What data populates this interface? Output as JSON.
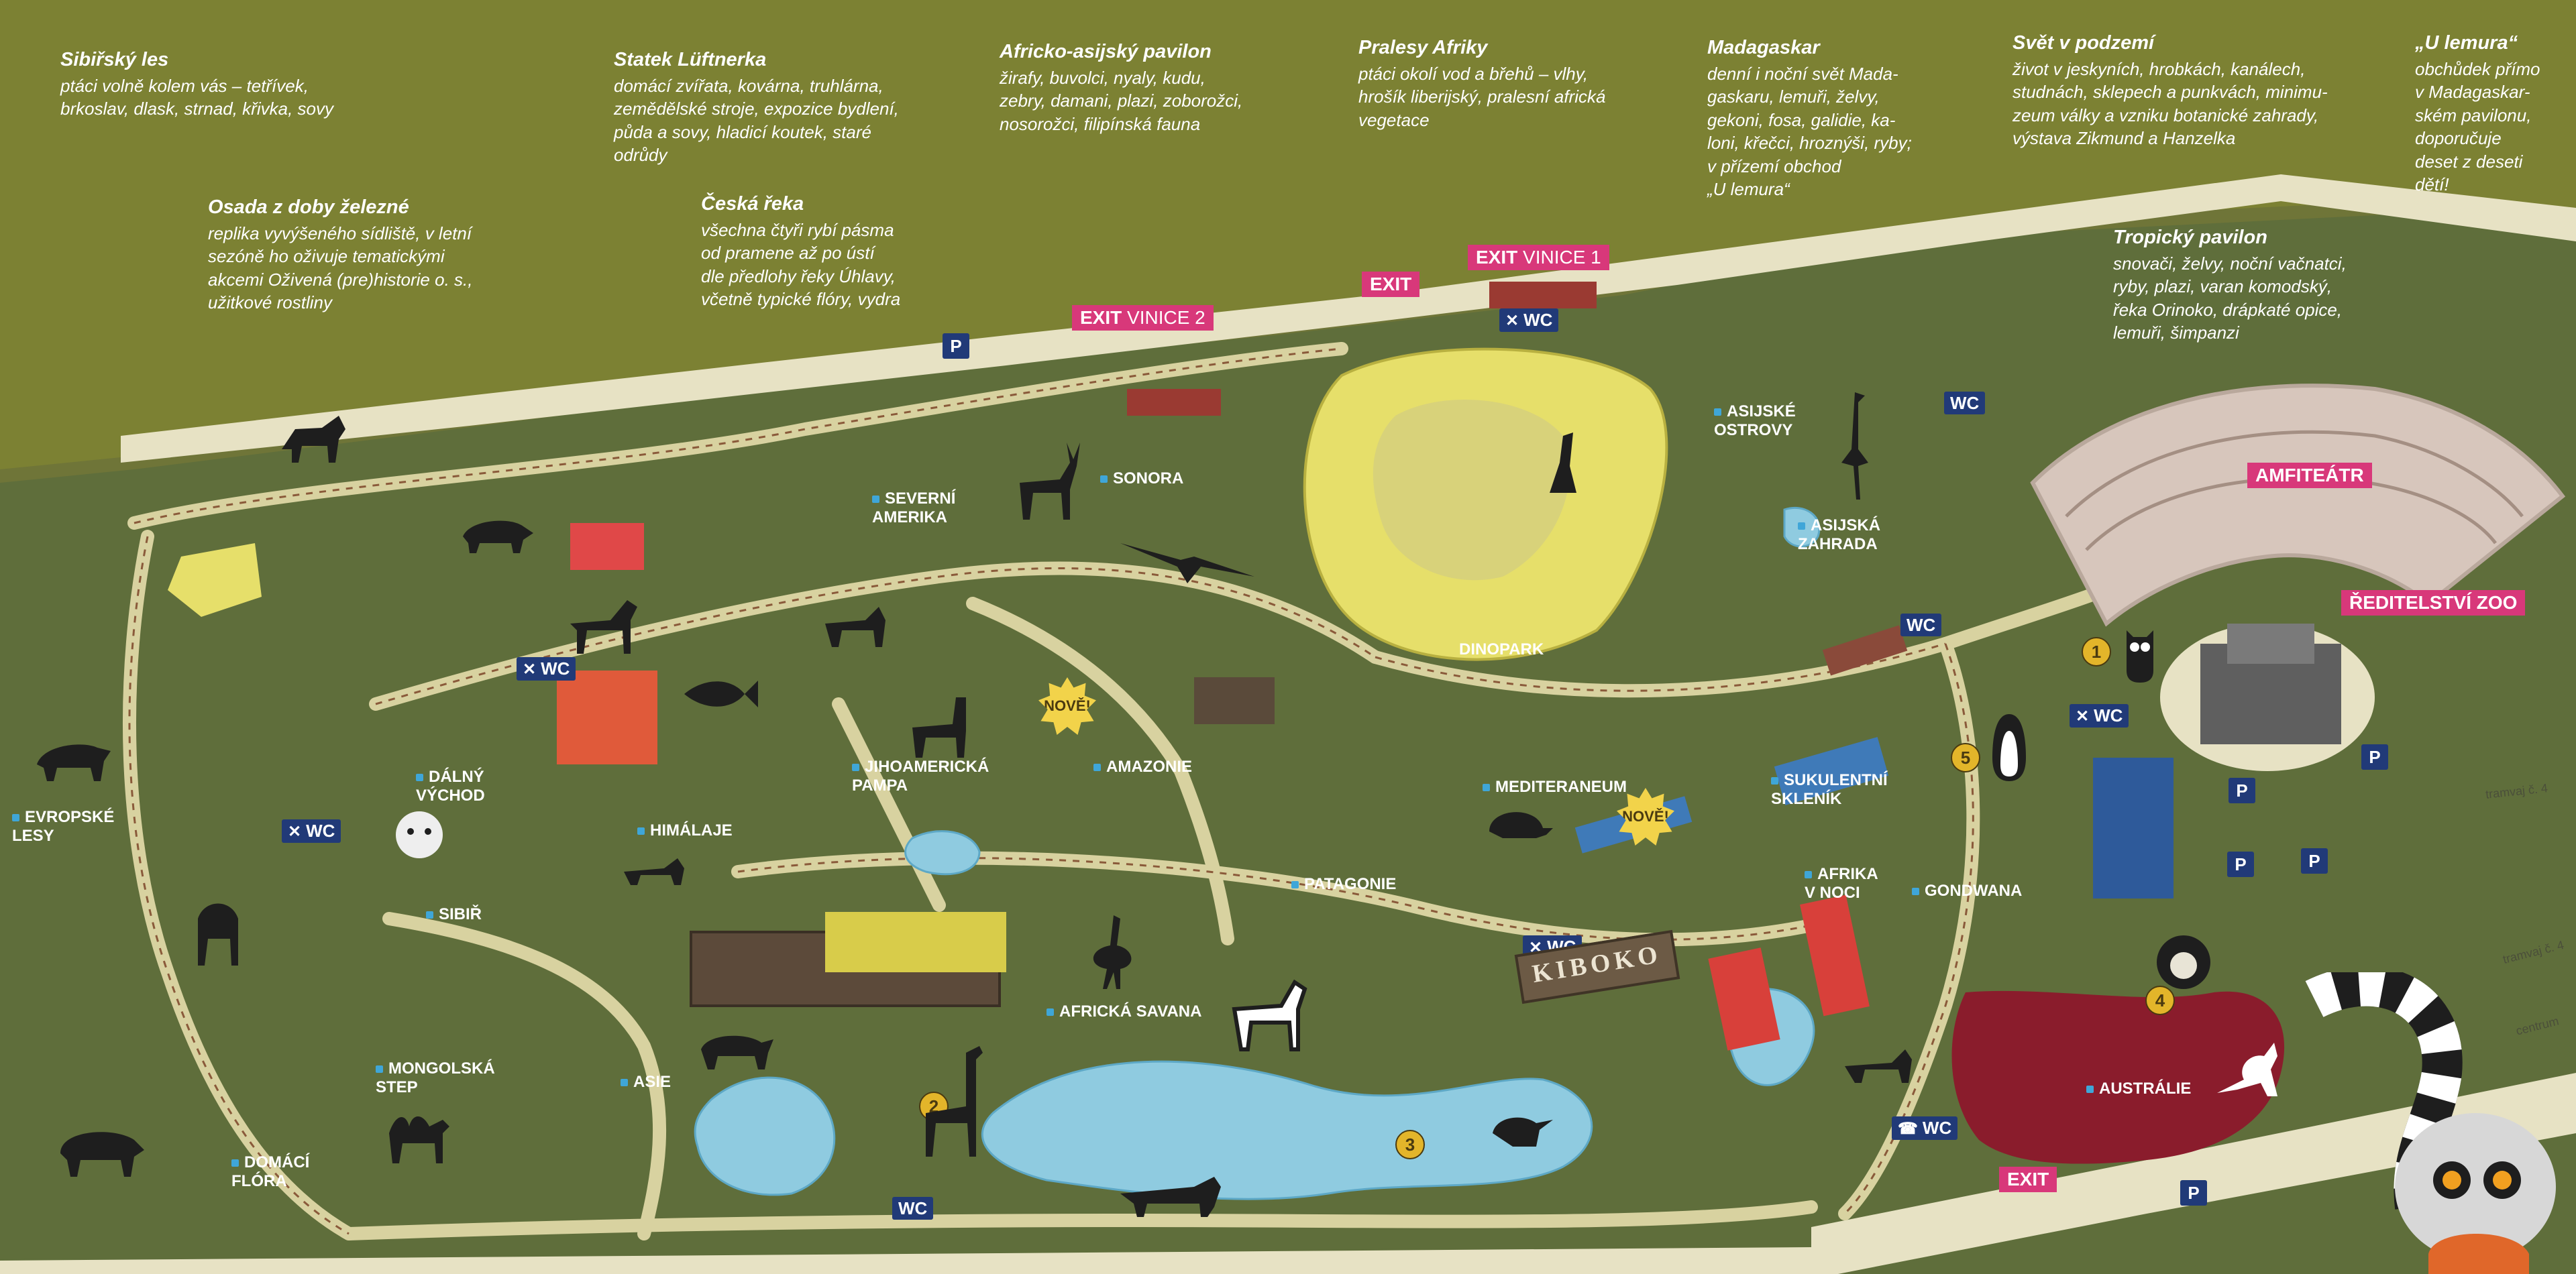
{
  "colors": {
    "background": "#6f7538",
    "path": "#d8d2a0",
    "road": "#e7e2c4",
    "water": "#8fcbe0",
    "dinopark": "#e6df6a",
    "australia_area": "#8a1c2c",
    "exit_pink": "#d8387a",
    "facility_blue": "#213a78",
    "pavilion_label_pink": "#d8387a"
  },
  "info_panels": [
    {
      "title": "Sibiřský les",
      "text": "ptáci volně kolem vás – tetřívek,\nbrkoslav, dlask, strnad, křivka, sovy"
    },
    {
      "title": "Osada z doby železné",
      "text": "replika vyvýšeného sídliště, v letní\nsezóně ho oživuje tematickými\nakcemi Oživená (pre)historie o. s.,\nužitkové rostliny"
    },
    {
      "title": "Statek Lüftnerka",
      "text": "domácí zvířata, kovárna, truhlárna,\nzemědělské stroje, expozice bydlení,\npůda a sovy, hladicí koutek, staré\nodrůdy"
    },
    {
      "title": "Česká řeka",
      "text": "všechna čtyři rybí pásma\nod pramene až po ústí\ndle předlohy řeky Úhlavy,\nvčetně typické flóry, vydra"
    },
    {
      "title": "Africko-asijský pavilon",
      "text": "žirafy, buvolci, nyaly, kudu,\nzebry, damani, plazi, zoborožci,\nnosorožci, filipínská fauna"
    },
    {
      "title": "Pralesy Afriky",
      "text": "ptáci okolí vod a břehů – vlhy,\nhrošík liberijský, pralesní africká\nvegetace"
    },
    {
      "title": "Madagaskar",
      "text": "denní i noční svět Mada-\ngaskaru, lemuři, želvy,\ngekoni, fosa, galidie, ka-\nloni, křečci, hroznýši, ryby;\nv přízemí obchod\n„U lemura“"
    },
    {
      "title": "Svět v podzemí",
      "text": "život v jeskyních, hrobkách, kanálech,\nstudnách, sklepech a punkvách, minimu-\nzeum války a vzniku botanické zahrady,\nvýstava Zikmund a Hanzelka"
    },
    {
      "title": "„U lemura“",
      "text": "obchůdek přímo\nv Madagaskar-\nském pavilonu,\ndoporučuje\ndeset z deseti\ndětí!"
    },
    {
      "title": "Tropický pavilon",
      "text": "snovači, želvy, noční vačnatci,\nryby, plazi, varan komodský,\nřeka Orinoko, drápkaté opice,\nlemuři, šimpanzi"
    }
  ],
  "exits": [
    {
      "main": "EXIT",
      "sub": "VINICE 2"
    },
    {
      "main": "EXIT",
      "sub": ""
    },
    {
      "main": "EXIT",
      "sub": "VINICE 1"
    },
    {
      "main": "EXIT",
      "sub": ""
    }
  ],
  "areas": [
    {
      "label": "SEVERNÍ\nAMERIKA",
      "dot": true
    },
    {
      "label": "SONORA",
      "dot": true
    },
    {
      "label": "DINOPARK",
      "dot": false
    },
    {
      "label": "ASIJSKÉ\nOSTROVY",
      "dot": true
    },
    {
      "label": "ASIJSKÁ\nZAHRADA",
      "dot": true
    },
    {
      "label": "AMFITEÁTR",
      "dot": false
    },
    {
      "label": "ŘEDITELSTVÍ ZOO",
      "dot": false
    },
    {
      "label": "DÁLNÝ\nVÝCHOD",
      "dot": true
    },
    {
      "label": "EVROPSKÉ\nLESY",
      "dot": true
    },
    {
      "label": "HIMÁLAJE",
      "dot": true
    },
    {
      "label": "SIBIŘ",
      "dot": true
    },
    {
      "label": "JIHOAMERICKÁ\nPAMPA",
      "dot": true
    },
    {
      "label": "AMAZONIE",
      "dot": true
    },
    {
      "label": "MEDITERANEUM",
      "dot": true
    },
    {
      "label": "SUKULENTNÍ\nSKLENÍK",
      "dot": true
    },
    {
      "label": "PATAGONIE",
      "dot": true
    },
    {
      "label": "AFRIKA\nV NOCI",
      "dot": true
    },
    {
      "label": "GONDWANA",
      "dot": true
    },
    {
      "label": "AFRICKÁ SAVANA",
      "dot": true
    },
    {
      "label": "MONGOLSKÁ\nSTEP",
      "dot": true
    },
    {
      "label": "ASIE",
      "dot": true
    },
    {
      "label": "DOMÁCÍ\nFLÓRA",
      "dot": true
    },
    {
      "label": "AUSTRÁLIE",
      "dot": true
    }
  ],
  "facilities": {
    "wc": "WC",
    "parking": "P",
    "new_badge": "NOVĚ!",
    "kiboko_sign": "KIBOKO"
  },
  "numbers": [
    "1",
    "2",
    "3",
    "4",
    "5"
  ],
  "street_labels": [
    "tramvaj č. 4",
    "tramvaj č. 4",
    "centrum"
  ]
}
